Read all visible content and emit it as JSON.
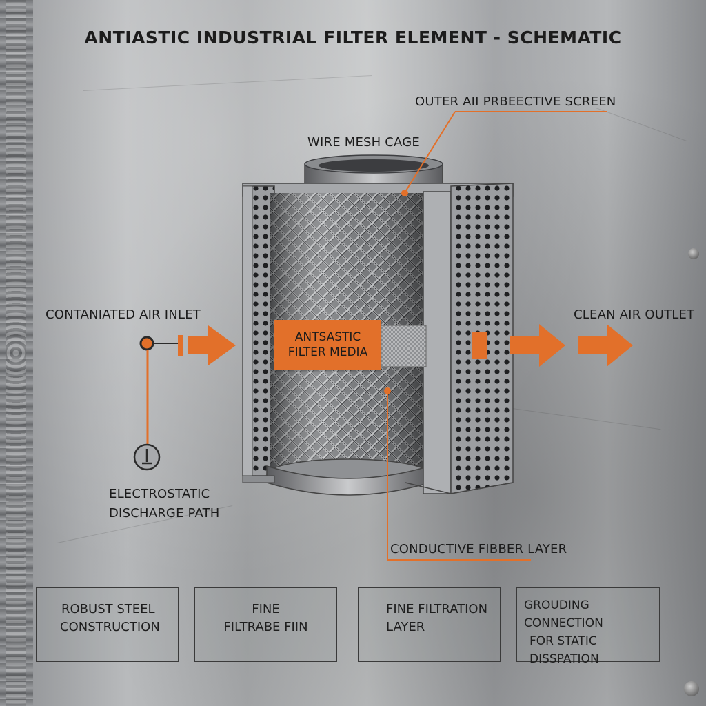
{
  "title": "ANTIASTIC INDUSTRIAL FILTER ELEMENT - SCHEMATIC",
  "labels": {
    "outer_screen": "OUTER AII PRBEECTIVE SCREEN",
    "wire_mesh": "WIRE MESH CAGE",
    "inlet": "CONTANIATED AIR INLET",
    "outlet": "CLEAN AIR OUTLET",
    "media_line1": "ANTSASTIC",
    "media_line2": "FILTER MEDIA",
    "esd_line1": "ELECTROSTATIC",
    "esd_line2": "DISCHARGE PATH",
    "conductive": "CONDUCTIVE FIBBER LAYER"
  },
  "boxes": [
    {
      "line1": "ROBUST STEEL",
      "line2": "CONSTRUCTION",
      "line3": ""
    },
    {
      "line1": "FINE",
      "line2": "FILTRABE FIIN",
      "line3": ""
    },
    {
      "line1": "FINE FILTRATION",
      "line2": "LAYER",
      "line3": ""
    },
    {
      "line1": "GROUDING CONNECTION",
      "line2": "FOR STATIC",
      "line3": "DISSPATION"
    }
  ],
  "colors": {
    "accent": "#e2702a",
    "line": "#e2702a",
    "metal_dark": "#3c3d40",
    "metal_light": "#9fa1a4"
  },
  "icons": {
    "ground": "ground-symbol-icon",
    "inlet_node": "inlet-node-icon"
  }
}
